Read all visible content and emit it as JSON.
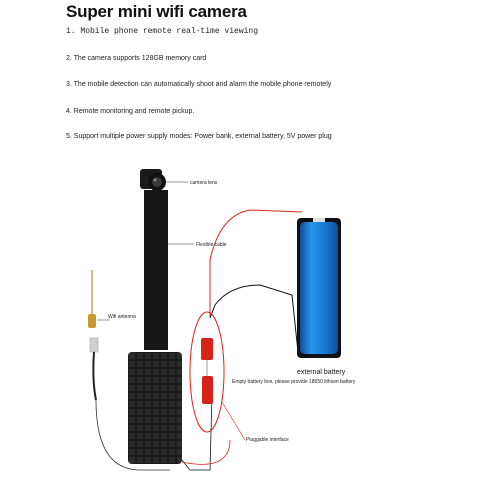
{
  "title": "Super mini wifi camera",
  "features": [
    "1. Mobile phone remote real-time viewing",
    "2. The camera supports 128GB memory card",
    "3. The mobile detection can automatically shoot and alarm the mobile phone remotely",
    "4. Remote monitoring and remote pickup.",
    "5. Support multiple power supply modes: Power bank, external battery, 5V power plug"
  ],
  "labels": {
    "camera_lens": "camera lens",
    "flexible_cable": "Flexible cable",
    "wifi_antenna": "Wifi antenna",
    "external_battery": "external battery",
    "battery_note": "Empty battery box, please provide 18650 lithium battery",
    "pluggable_interface": "Pluggable interface"
  },
  "colors": {
    "wire_red": "#e2231a",
    "battery_blue": "#1a7fd6",
    "module_black": "#1b1b1b"
  }
}
